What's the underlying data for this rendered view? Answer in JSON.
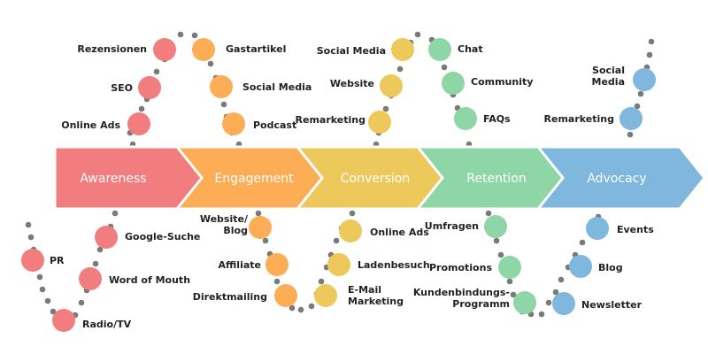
{
  "colors": {
    "awareness": "#F27D7E",
    "engagement": "#FDAD56",
    "conversion": "#EDC95C",
    "retention": "#8FD6A6",
    "advocacy": "#7FB7DE",
    "dot": "#7a7a7a",
    "text": "#222222"
  },
  "stages": [
    {
      "key": "awareness",
      "label": "Awareness"
    },
    {
      "key": "engagement",
      "label": "Engagement"
    },
    {
      "key": "conversion",
      "label": "Conversion"
    },
    {
      "key": "retention",
      "label": "Retention"
    },
    {
      "key": "advocacy",
      "label": "Advocacy"
    }
  ],
  "nodes": {
    "awareness_top": [
      "Rezensionen",
      "SEO",
      "Online Ads"
    ],
    "awareness_bottom": [
      "Google-Suche",
      "PR",
      "Word of Mouth",
      "Radio/TV"
    ],
    "engagement_top": [
      "Gastartikel",
      "Social Media",
      "Podcast"
    ],
    "engagement_bottom": [
      "Website/ Blog",
      "Affiliate",
      "Direktmailing"
    ],
    "conversion_top": [
      "Social Media",
      "Website",
      "Remarketing"
    ],
    "conversion_bottom": [
      "Online Ads",
      "Ladenbesuch",
      "E-Mail Marketing"
    ],
    "retention_top": [
      "Chat",
      "Community",
      "FAQs"
    ],
    "retention_bottom": [
      "Umfragen",
      "Promotions",
      "Kundenbindungs- Programm"
    ],
    "advocacy_top": [
      "Social Media",
      "Remarketing"
    ],
    "advocacy_bottom": [
      "Events",
      "Blog",
      "Newsletter"
    ]
  }
}
